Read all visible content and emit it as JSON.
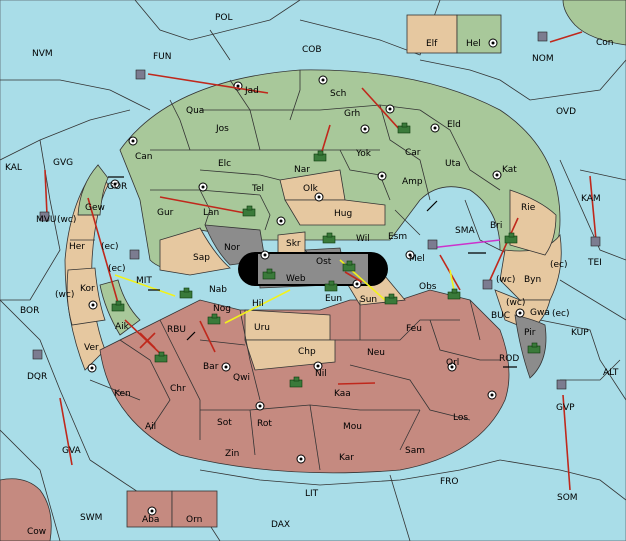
{
  "colors": {
    "sea": "#a9dde8",
    "green_power": "#a8c89a",
    "tan_power": "#e6c8a0",
    "red_power": "#c58a80",
    "grey_power": "#8c8c8c",
    "order_arrow": "#c0281c",
    "support_arrow": "#f2f21a",
    "convoy_arrow": "#cc33cc"
  },
  "labels": [
    {
      "id": "pol",
      "text": "POL"
    },
    {
      "id": "cob",
      "text": "COB"
    },
    {
      "id": "nvm",
      "text": "NVM"
    },
    {
      "id": "fun",
      "text": "FUN"
    },
    {
      "id": "elf",
      "text": "Elf"
    },
    {
      "id": "hel",
      "text": "Hel"
    },
    {
      "id": "con",
      "text": "Con"
    },
    {
      "id": "nom",
      "text": "NOM"
    },
    {
      "id": "ovd",
      "text": "OVD"
    },
    {
      "id": "kal",
      "text": "KAL"
    },
    {
      "id": "gvg",
      "text": "GVG"
    },
    {
      "id": "mvu",
      "text": "MVU"
    },
    {
      "id": "wc1",
      "text": "(wc)"
    },
    {
      "id": "gor",
      "text": "GOR"
    },
    {
      "id": "jad",
      "text": "Jad"
    },
    {
      "id": "sch",
      "text": "Sch"
    },
    {
      "id": "qua",
      "text": "Qua"
    },
    {
      "id": "grh",
      "text": "Grh"
    },
    {
      "id": "eld",
      "text": "Eld"
    },
    {
      "id": "jos",
      "text": "Jos"
    },
    {
      "id": "car",
      "text": "Car"
    },
    {
      "id": "can",
      "text": "Can"
    },
    {
      "id": "nar",
      "text": "Nar"
    },
    {
      "id": "yok",
      "text": "Yok"
    },
    {
      "id": "uta",
      "text": "Uta"
    },
    {
      "id": "kat",
      "text": "Kat"
    },
    {
      "id": "elc",
      "text": "Elc"
    },
    {
      "id": "amp",
      "text": "Amp"
    },
    {
      "id": "olk",
      "text": "Olk"
    },
    {
      "id": "tel",
      "text": "Tel"
    },
    {
      "id": "gew",
      "text": "Gew"
    },
    {
      "id": "gur",
      "text": "Gur"
    },
    {
      "id": "lan",
      "text": "Lan"
    },
    {
      "id": "hug",
      "text": "Hug"
    },
    {
      "id": "kam",
      "text": "KAM"
    },
    {
      "id": "rie",
      "text": "Rie"
    },
    {
      "id": "sma",
      "text": "SMA"
    },
    {
      "id": "bri",
      "text": "Bri"
    },
    {
      "id": "her",
      "text": "Her"
    },
    {
      "id": "ec1",
      "text": "(ec)"
    },
    {
      "id": "nor",
      "text": "Nor"
    },
    {
      "id": "skr",
      "text": "Skr"
    },
    {
      "id": "wil",
      "text": "Wil"
    },
    {
      "id": "esm",
      "text": "Esm"
    },
    {
      "id": "tei",
      "text": "TEI"
    },
    {
      "id": "mit",
      "text": "MIT"
    },
    {
      "id": "sap",
      "text": "Sap"
    },
    {
      "id": "ec2",
      "text": "(ec)"
    },
    {
      "id": "web",
      "text": "Web"
    },
    {
      "id": "ost",
      "text": "Ost"
    },
    {
      "id": "mel",
      "text": "Mel"
    },
    {
      "id": "wc2",
      "text": "(wc)"
    },
    {
      "id": "byn",
      "text": "Byn"
    },
    {
      "id": "ec3",
      "text": "(ec)"
    },
    {
      "id": "wc3",
      "text": "(wc)"
    },
    {
      "id": "kor",
      "text": "Kor"
    },
    {
      "id": "nab",
      "text": "Nab"
    },
    {
      "id": "eun",
      "text": "Eun"
    },
    {
      "id": "sun",
      "text": "Sun"
    },
    {
      "id": "obs",
      "text": "Obs"
    },
    {
      "id": "bor",
      "text": "BOR"
    },
    {
      "id": "nog",
      "text": "Nog"
    },
    {
      "id": "hil",
      "text": "Hil"
    },
    {
      "id": "wc4",
      "text": "(wc)"
    },
    {
      "id": "gwa",
      "text": "Gwa"
    },
    {
      "id": "ec4",
      "text": "(ec)"
    },
    {
      "id": "aik",
      "text": "Aik"
    },
    {
      "id": "rbu",
      "text": "RBU"
    },
    {
      "id": "uru",
      "text": "Uru"
    },
    {
      "id": "feu",
      "text": "Feu"
    },
    {
      "id": "buc",
      "text": "BUC"
    },
    {
      "id": "kup",
      "text": "KUP"
    },
    {
      "id": "pir",
      "text": "Pir"
    },
    {
      "id": "ver",
      "text": "Ver"
    },
    {
      "id": "chp",
      "text": "Chp"
    },
    {
      "id": "neu",
      "text": "Neu"
    },
    {
      "id": "orl",
      "text": "Orl"
    },
    {
      "id": "bar",
      "text": "Bar"
    },
    {
      "id": "rod",
      "text": "ROD"
    },
    {
      "id": "dqr",
      "text": "DQR"
    },
    {
      "id": "qwi",
      "text": "Qwi"
    },
    {
      "id": "nil",
      "text": "Nil"
    },
    {
      "id": "alt",
      "text": "ALT"
    },
    {
      "id": "ken",
      "text": "Ken"
    },
    {
      "id": "chr",
      "text": "Chr"
    },
    {
      "id": "kaa",
      "text": "Kaa"
    },
    {
      "id": "gvp",
      "text": "GVP"
    },
    {
      "id": "los",
      "text": "Los"
    },
    {
      "id": "ail",
      "text": "Ail"
    },
    {
      "id": "sot",
      "text": "Sot"
    },
    {
      "id": "rot",
      "text": "Rot"
    },
    {
      "id": "mou",
      "text": "Mou"
    },
    {
      "id": "gva",
      "text": "GVA"
    },
    {
      "id": "sam",
      "text": "Sam"
    },
    {
      "id": "zin",
      "text": "Zin"
    },
    {
      "id": "kar",
      "text": "Kar"
    },
    {
      "id": "fro",
      "text": "FRO"
    },
    {
      "id": "lit",
      "text": "LIT"
    },
    {
      "id": "som",
      "text": "SOM"
    },
    {
      "id": "swm",
      "text": "SWM"
    },
    {
      "id": "aba",
      "text": "Aba"
    },
    {
      "id": "orn",
      "text": "Orn"
    },
    {
      "id": "dax",
      "text": "DAX"
    },
    {
      "id": "cow",
      "text": "Cow"
    }
  ]
}
